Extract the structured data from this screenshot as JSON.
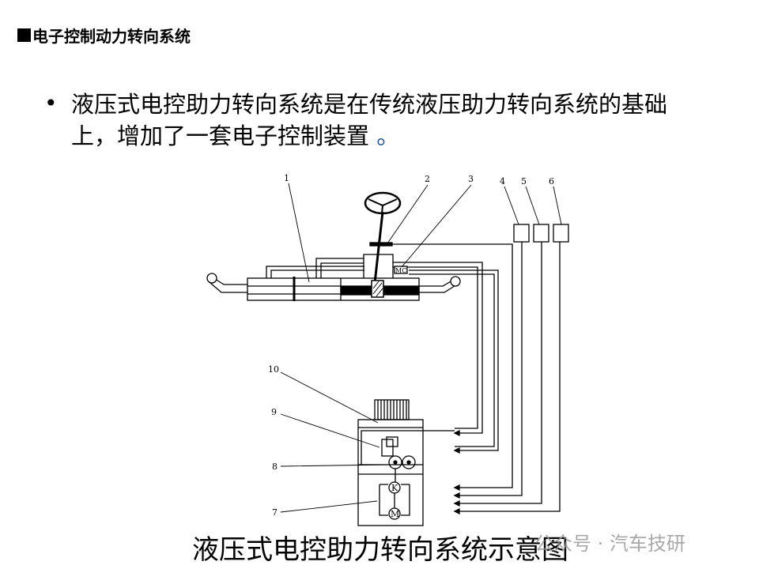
{
  "slide": {
    "heading": "电子控制动力转向系统",
    "bullet_text": "液压式电控助力转向系统是在传统液压助力转向系统的基础上，增加了一套电子控制装置",
    "bullet_end": " 。",
    "figure_caption": "液压式电控助力转向系统示意图",
    "watermark": "公众号 · 汽车技研"
  },
  "diagram": {
    "callouts": [
      "1",
      "2",
      "3",
      "4",
      "5",
      "6",
      "7",
      "8",
      "9",
      "10"
    ],
    "motor_labels": {
      "k": "K",
      "m": "M"
    }
  }
}
